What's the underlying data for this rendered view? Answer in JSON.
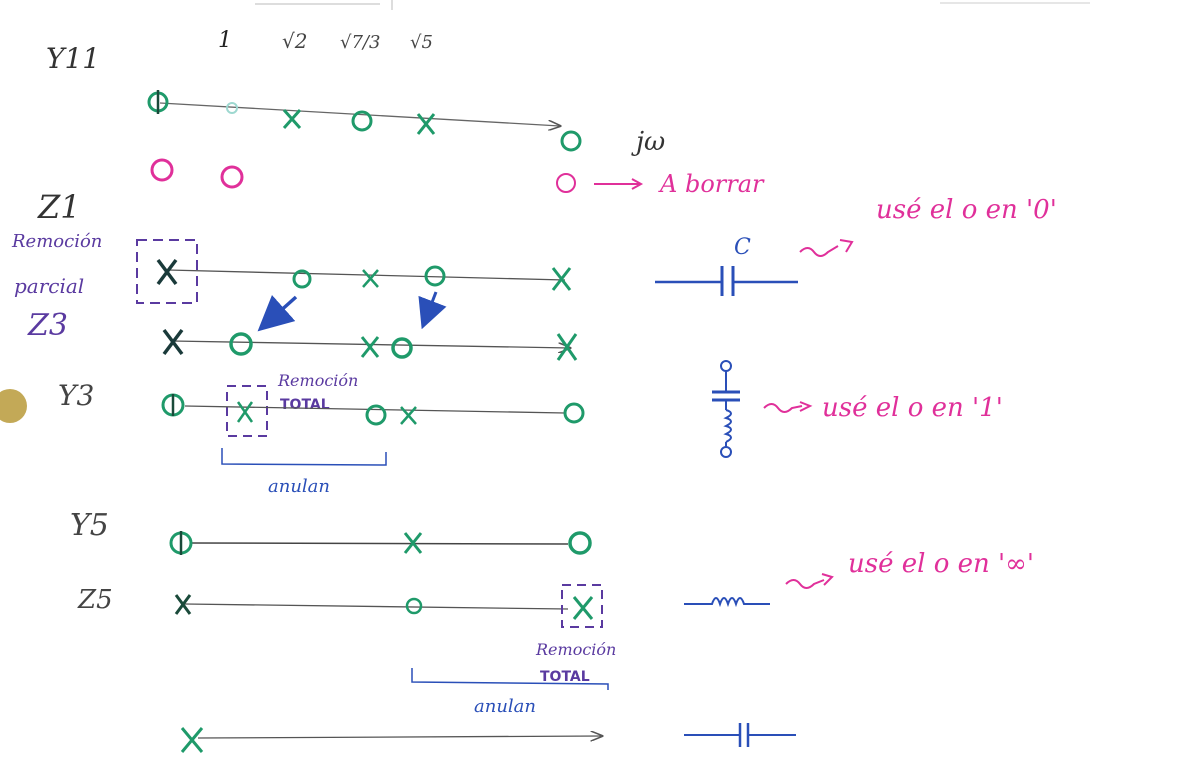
{
  "header_ticks": [
    "1",
    "√2",
    "√7/3",
    "√5"
  ],
  "axis_label": "jω",
  "rows": {
    "y11": {
      "label": "Y11"
    },
    "z1": {
      "label": "Z1"
    },
    "z3": {
      "label": "Z3"
    },
    "y3": {
      "label": "Y3"
    },
    "y5": {
      "label": "Y5"
    },
    "z5": {
      "label": "Z5"
    }
  },
  "annotations": {
    "a_borrar": "A borrar",
    "remocion_parcial_line1": "Remoción",
    "remocion_parcial_line2": "parcial",
    "remocion_total_y3_line1": "Remoción",
    "remocion_total_y3_line2": "TOTAL",
    "remocion_total_z5_line1": "Remoción",
    "remocion_total_z5_line2": "TOTAL",
    "anulan_1": "anulan",
    "anulan_2": "anulan",
    "used_zero_0": "usé el o en '0'",
    "used_zero_1": "usé el o en '1'",
    "used_zero_inf": "usé el o en '∞'",
    "capacitor_label": "C"
  },
  "colors": {
    "green": "#1f9a6a",
    "magenta": "#e0309a",
    "blue": "#2a4fb8",
    "purple": "#5a3aa0",
    "gray": "#555555"
  }
}
